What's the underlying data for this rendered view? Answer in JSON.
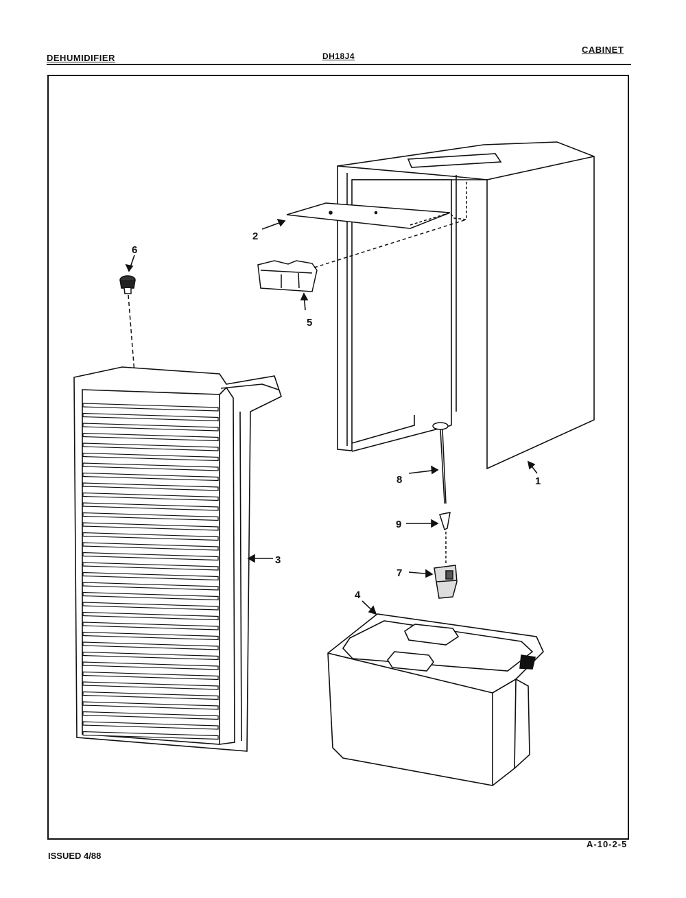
{
  "header": {
    "left": "DEHUMIDIFIER",
    "center": "DH18J4",
    "right": "CABINET"
  },
  "footer": {
    "issued": "ISSUED 4/88",
    "page_code": "A-10-2-5"
  },
  "callouts": {
    "c1": "1",
    "c2": "2",
    "c3": "3",
    "c4": "4",
    "c5": "5",
    "c6": "6",
    "c7": "7",
    "c8": "8",
    "c9": "9"
  }
}
